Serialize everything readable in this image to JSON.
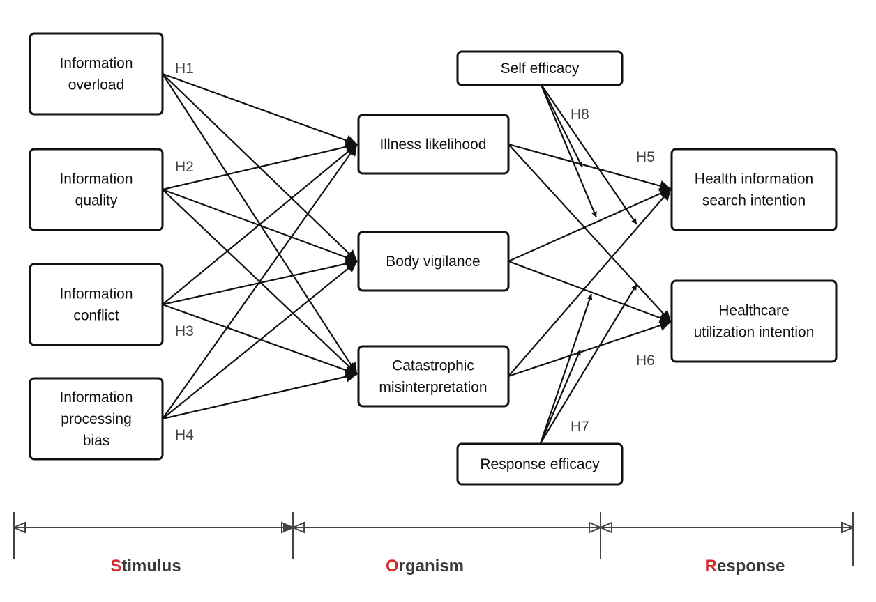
{
  "nodes": {
    "info_overload": [
      "Information",
      "overload"
    ],
    "info_quality": [
      "Information",
      "quality"
    ],
    "info_conflict": [
      "Information",
      "conflict"
    ],
    "info_bias": [
      "Information",
      "processing",
      "bias"
    ],
    "illness_likelihood": [
      "Illness likelihood"
    ],
    "body_vigilance": [
      "Body vigilance"
    ],
    "catastrophic": [
      "Catastrophic",
      "misinterpretation"
    ],
    "self_efficacy": [
      "Self efficacy"
    ],
    "response_efficacy": [
      "Response efficacy"
    ],
    "search_intention": [
      "Health information",
      "search intention"
    ],
    "utilization_intention": [
      "Healthcare",
      "utilization intention"
    ]
  },
  "hypotheses": {
    "h1": "H1",
    "h2": "H2",
    "h3": "H3",
    "h4": "H4",
    "h5": "H5",
    "h6": "H6",
    "h7": "H7",
    "h8": "H8"
  },
  "stages": [
    {
      "initial": "S",
      "rest": "timulus"
    },
    {
      "initial": "O",
      "rest": "rganism"
    },
    {
      "initial": "R",
      "rest": "esponse"
    }
  ],
  "colors": {
    "stage_initial": "#d42a2a",
    "line": "#111111",
    "hypothesis_label": "#444444"
  }
}
